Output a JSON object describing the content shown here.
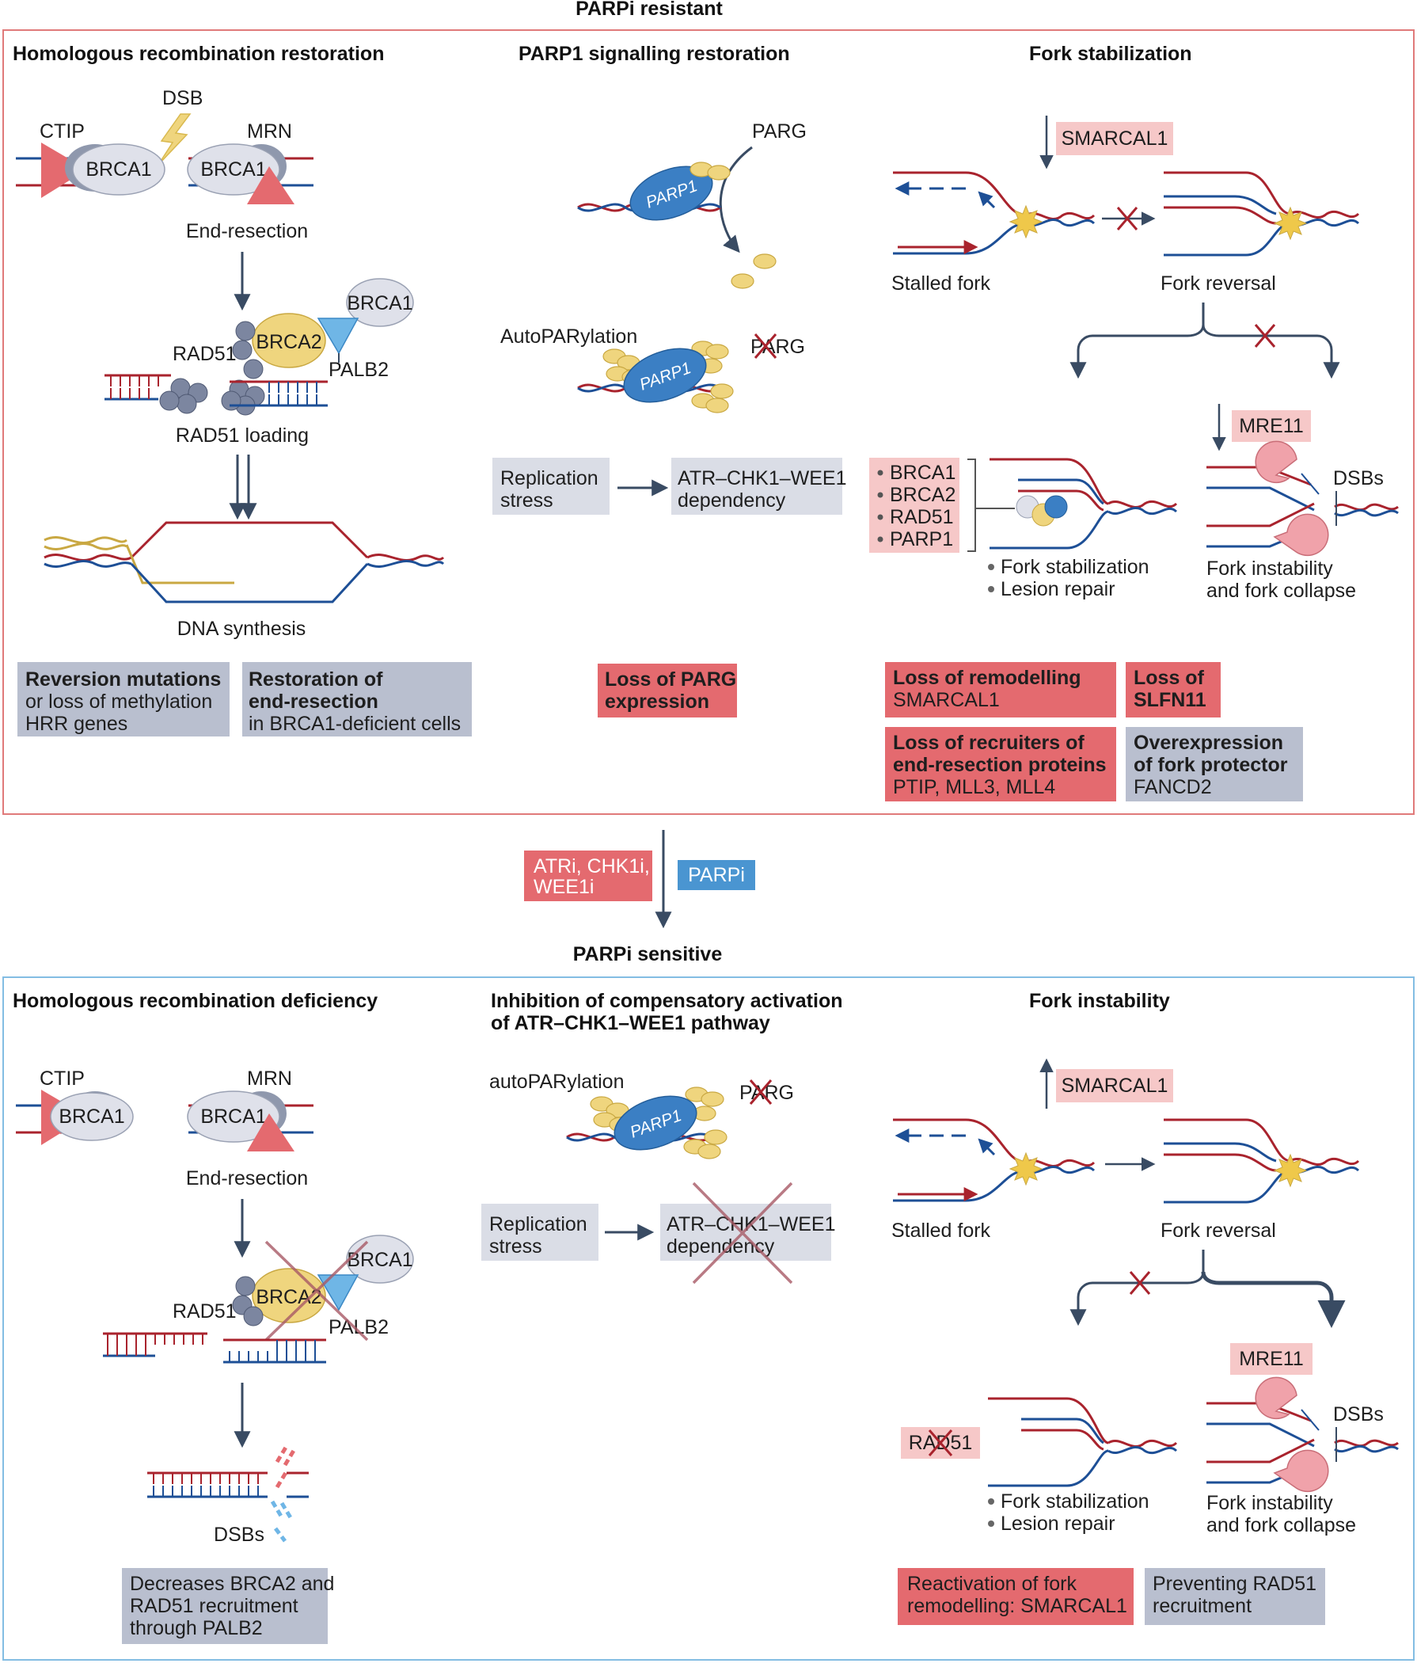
{
  "colors": {
    "red": "#e46a6f",
    "red_soft": "#f6c8c8",
    "red_strand": "#a9232d",
    "blue_strand": "#1d4f96",
    "grey_box": "#b9bfcf",
    "light_box": "#dadde6",
    "blue_tag": "#4a95d1",
    "yellow": "#efd57e",
    "border_top": "#e07a7a",
    "border_bottom": "#83bde3",
    "arrow": "#394b63"
  },
  "icons": {
    "lightning": "dsb-lightning-icon",
    "cross": "cross-icon",
    "pacman": "mre11-nuclease-icon",
    "star": "lesion-star-icon"
  },
  "top": {
    "title": "PARPi resistant",
    "hr": {
      "header": "Homologous recombination restoration",
      "dsb": "DSB",
      "ctip": "CTIP",
      "mrn": "MRN",
      "brca1": "BRCA1",
      "brca2": "BRCA2",
      "palb2": "PALB2",
      "rad51": "RAD51",
      "end_resection": "End-resection",
      "rad51_loading": "RAD51 loading",
      "dna_synthesis": "DNA synthesis",
      "box1_bold": "Reversion mutations",
      "box1_l2": "or loss of methylation",
      "box1_l3": "HRR genes",
      "box2_l1": "Restoration of",
      "box2_l2": "end-resection",
      "box2_l3": "in BRCA1-deficient cells"
    },
    "parp": {
      "header": "PARP1 signalling restoration",
      "parg": "PARG",
      "parp1": "PARP1",
      "auto": "AutoPARylation",
      "repl_l1": "Replication",
      "repl_l2": "stress",
      "atr_l1": "ATR–CHK1–WEE1",
      "atr_l2": "dependency",
      "box_l1": "Loss of PARG",
      "box_l2": "expression"
    },
    "fork": {
      "header": "Fork stabilization",
      "smarcal1": "SMARCAL1",
      "stalled": "Stalled fork",
      "reversal": "Fork reversal",
      "mre11": "MRE11",
      "dsbs": "DSBs",
      "list": [
        "BRCA1",
        "BRCA2",
        "RAD51",
        "PARP1"
      ],
      "bullet1": "Fork stabilization",
      "bullet2": "Lesion repair",
      "inst_l1": "Fork instability",
      "inst_l2": "and fork collapse",
      "b1_l1": "Loss of remodelling",
      "b1_l2": "SMARCAL1",
      "b2_l1": "Loss of",
      "b2_l2": "SLFN11",
      "b3_l1": "Loss of recruiters of",
      "b3_l2": "end-resection proteins",
      "b3_l3": "PTIP, MLL3, MLL4",
      "b4_l1": "Overexpression",
      "b4_l2": "of fork protector",
      "b4_l3": "FANCD2"
    }
  },
  "middle": {
    "drugs_l1": "ATRi, CHK1i,",
    "drugs_l2": "WEE1i",
    "parpi": "PARPi",
    "sensitive": "PARPi sensitive"
  },
  "bottom": {
    "hr": {
      "header": "Homologous recombination deficiency",
      "ctip": "CTIP",
      "mrn": "MRN",
      "brca1": "BRCA1",
      "brca2": "BRCA2",
      "palb2": "PALB2",
      "rad51": "RAD51",
      "end_resection": "End-resection",
      "dsbs": "DSBs",
      "box_l1": "Decreases BRCA2 and",
      "box_l2": "RAD51 recruitment",
      "box_l3": "through PALB2"
    },
    "parp": {
      "header_l1": "Inhibition of compensatory activation",
      "header_l2": "of ATR–CHK1–WEE1 pathway",
      "auto": "autoPARylation",
      "parg": "PARG",
      "parp1": "PARP1",
      "repl_l1": "Replication",
      "repl_l2": "stress",
      "atr_l1": "ATR–CHK1–WEE1",
      "atr_l2": "dependency"
    },
    "fork": {
      "header": "Fork instability",
      "smarcal1": "SMARCAL1",
      "stalled": "Stalled fork",
      "reversal": "Fork reversal",
      "mre11": "MRE11",
      "rad51": "RAD51",
      "dsbs": "DSBs",
      "bullet1": "Fork stabilization",
      "bullet2": "Lesion repair",
      "inst_l1": "Fork instability",
      "inst_l2": "and fork collapse",
      "b1_l1": "Reactivation of fork",
      "b1_l2": "remodelling: SMARCAL1",
      "b2_l1": "Preventing RAD51",
      "b2_l2": "recruitment"
    }
  }
}
